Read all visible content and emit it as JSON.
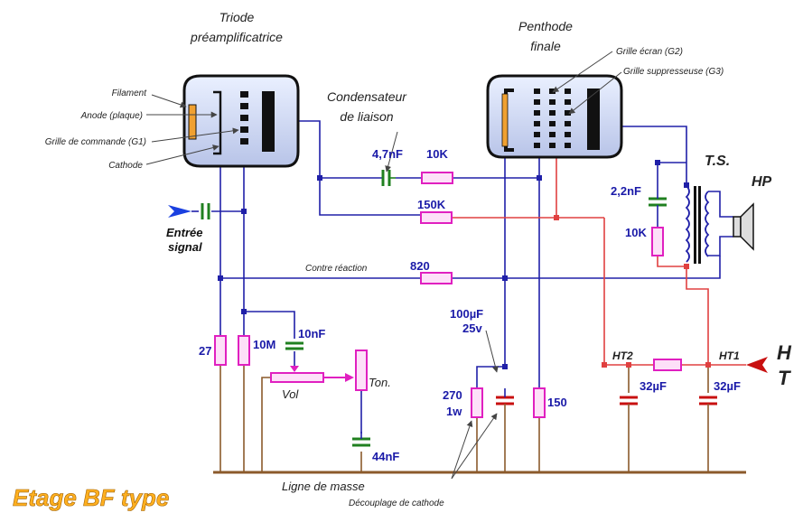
{
  "headings": {
    "triode": [
      "Triode",
      "préamplificatrice"
    ],
    "pentode": [
      "Penthode",
      "finale"
    ],
    "coupling_cap": [
      "Condensateur",
      "de liaison"
    ]
  },
  "callouts": {
    "filament": "Filament",
    "anode": "Anode (plaque)",
    "grid1": "Grille de commande (G1)",
    "cathode": "Cathode",
    "grid2": "Grille écran (G2)",
    "grid3": "Grille suppresseuse (G3)"
  },
  "labels": {
    "input": [
      "Entrée",
      "signal"
    ],
    "feedback": "Contre réaction",
    "ground_line": "Ligne de masse",
    "cathode_decoupling": "Découplage de cathode",
    "volume": "Vol",
    "tone": "Ton.",
    "ts": "T.S.",
    "hp": "HP",
    "ht_h": "H",
    "ht_t": "T",
    "ht1": "HT1",
    "ht2": "HT2",
    "title": "Etage BF type"
  },
  "values": {
    "c_coupling": "4,7nF",
    "r_coupling": "10K",
    "r_150k": "150K",
    "c_2_2n": "2,2nF",
    "r_10k_ts": "10K",
    "r_820": "820",
    "c_10n": "10nF",
    "r_27": "27",
    "r_10m": "10M",
    "c_100u": "100µF",
    "c_100u_v": "25v",
    "r_270": "270",
    "r_270_w": "1w",
    "r_150": "150",
    "c_44n": "44nF",
    "c_32u_a": "32µF",
    "c_32u_b": "32µF"
  },
  "colors": {
    "wire_blue": "#2020a8",
    "wire_red": "#e04040",
    "wire_ground": "#8b5a2b",
    "resistor": "#e020c0",
    "capacitor": "#208020",
    "hv_supply": "#c81010",
    "input_arrow": "#1a40e0",
    "title": "#ffb020"
  }
}
